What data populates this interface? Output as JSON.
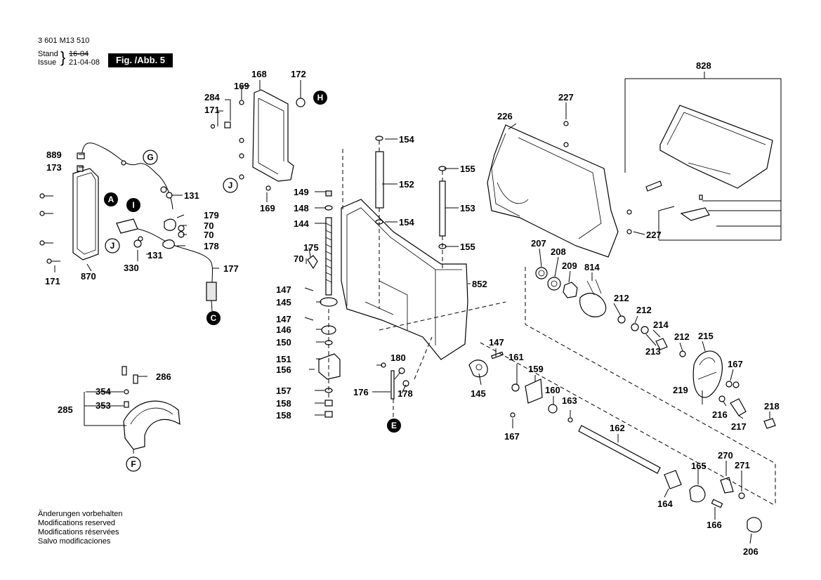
{
  "header": {
    "doc_number": "3 601 M13 510",
    "stand_label": "Stand",
    "issue_label": "Issue",
    "old_date": "16-04",
    "new_date": "21-04-08",
    "figure": "Fig. /Abb. 5"
  },
  "notes": [
    "Änderungen vorbehalten",
    "Modifications reserved",
    "Modifications réservées",
    "Salvo modificaciones"
  ],
  "callouts": [
    "A",
    "I",
    "J",
    "G",
    "C",
    "H",
    "J",
    "E",
    "F"
  ],
  "part_labels": [
    "168",
    "172",
    "284",
    "169",
    "171",
    "889",
    "173",
    "131",
    "179",
    "70",
    "70",
    "178",
    "330",
    "131",
    "177",
    "171",
    "870",
    "169",
    "154",
    "152",
    "154",
    "155",
    "153",
    "155",
    "149",
    "148",
    "144",
    "175",
    "70",
    "147",
    "145",
    "147",
    "146",
    "150",
    "151",
    "156",
    "157",
    "158",
    "158",
    "180",
    "178",
    "176",
    "852",
    "286",
    "354",
    "353",
    "285",
    "226",
    "227",
    "828",
    "227",
    "207",
    "208",
    "209",
    "814",
    "212",
    "212",
    "214",
    "212",
    "215",
    "213",
    "167",
    "219",
    "216",
    "217",
    "218",
    "147",
    "161",
    "159",
    "160",
    "163",
    "145",
    "167",
    "162",
    "270",
    "271",
    "165",
    "164",
    "166",
    "206"
  ]
}
